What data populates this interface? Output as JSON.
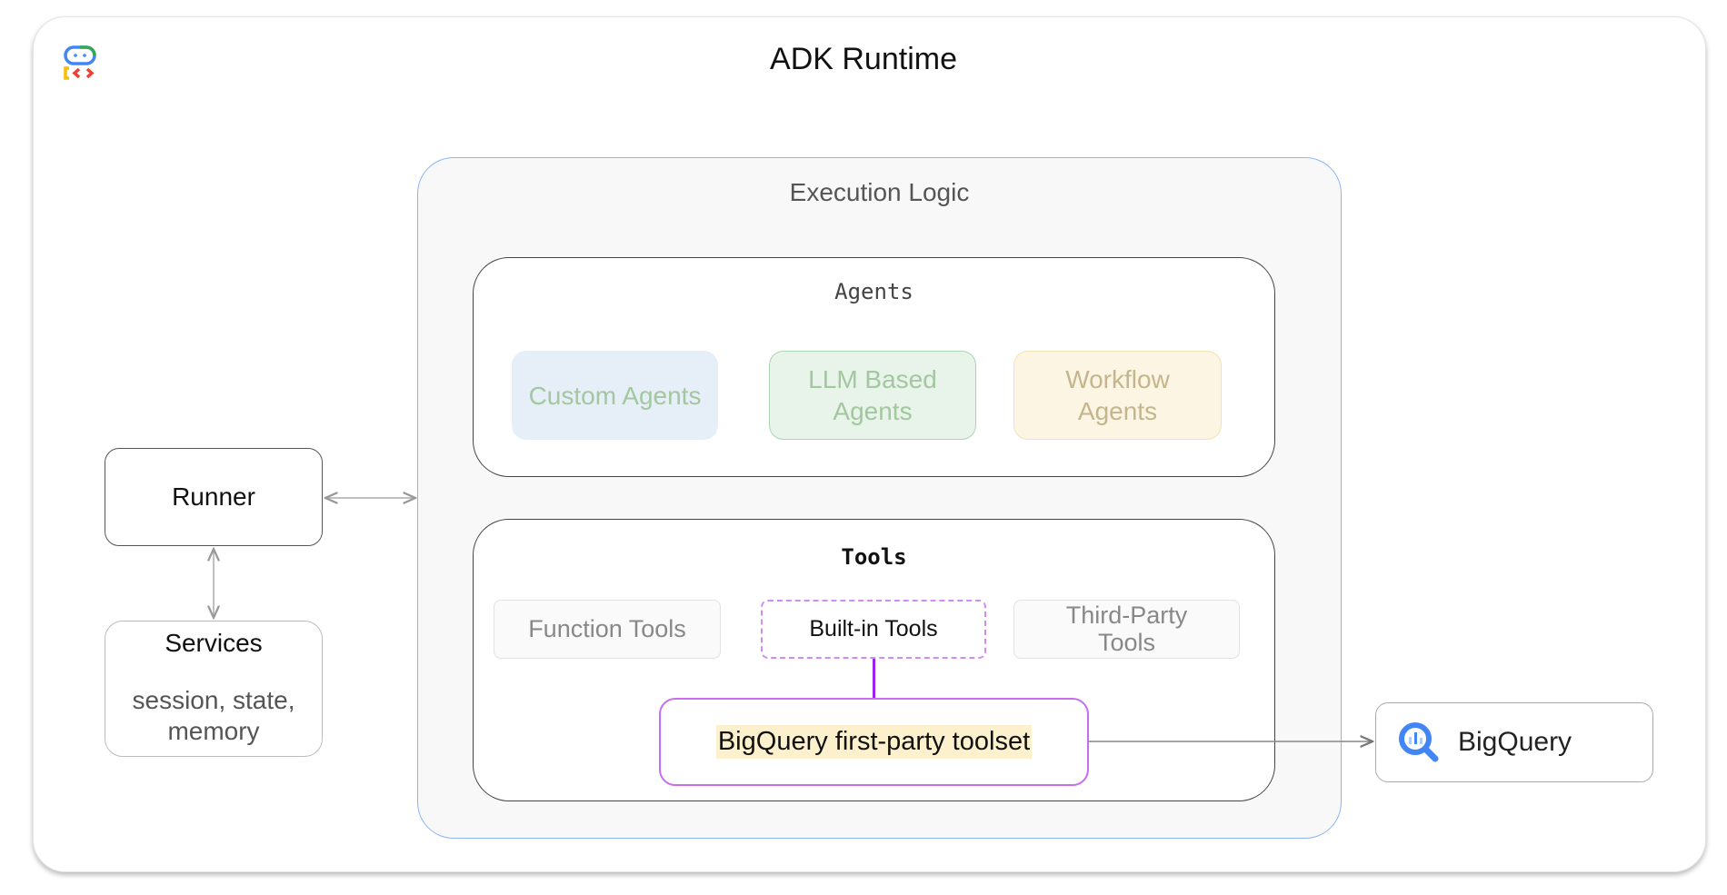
{
  "title": "ADK Runtime",
  "logo": "adk-logo-icon",
  "execution_logic": {
    "label": "Execution Logic",
    "agents": {
      "label": "Agents",
      "items": [
        {
          "label": "Custom Agents",
          "bg": "#e6eef8",
          "border": "#e6eef8",
          "color": "#a3c7a0"
        },
        {
          "label": "LLM Based Agents",
          "bg": "#e8f3ea",
          "border": "#a9d5b2",
          "color": "#a3c7a0"
        },
        {
          "label": "Workflow Agents",
          "bg": "#fcf5e3",
          "border": "#f2e2b4",
          "color": "#c4b58c"
        }
      ]
    },
    "tools": {
      "label": "Tools",
      "items": [
        {
          "label": "Function Tools"
        },
        {
          "label": "Built-in Tools"
        },
        {
          "label": "Third-Party Tools"
        }
      ],
      "toolset": "BigQuery first-party toolset"
    }
  },
  "runner": {
    "label": "Runner"
  },
  "services": {
    "label": "Services",
    "detail": "session, state, memory"
  },
  "bigquery": {
    "label": "BigQuery",
    "icon": "bigquery-icon"
  },
  "colors": {
    "accent_purple": "#b44cf0",
    "blue": "#8ab4f8",
    "highlight": "#fdf0cc"
  }
}
